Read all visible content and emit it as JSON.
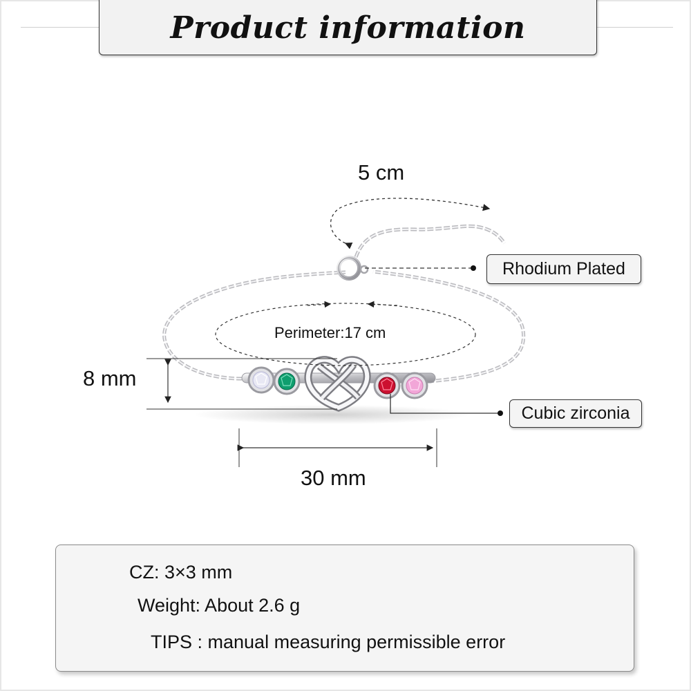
{
  "header": {
    "title": "Product information"
  },
  "dimensions": {
    "extender_length": "5 cm",
    "perimeter": "Perimeter:17 cm",
    "height": "8 mm",
    "width": "30 mm"
  },
  "callouts": {
    "plating": "Rhodium Plated",
    "stone": "Cubic zirconia"
  },
  "specs": [
    "CZ: 3×3 mm",
    "Weight: About 2.6 g",
    "TIPS : manual measuring permissible error"
  ],
  "colors": {
    "stone_1": "#e8e8f4",
    "stone_2": "#0f9e6e",
    "stone_3": "#cc1030",
    "stone_4": "#f2a6d8",
    "metal": "#c9c9cc"
  }
}
